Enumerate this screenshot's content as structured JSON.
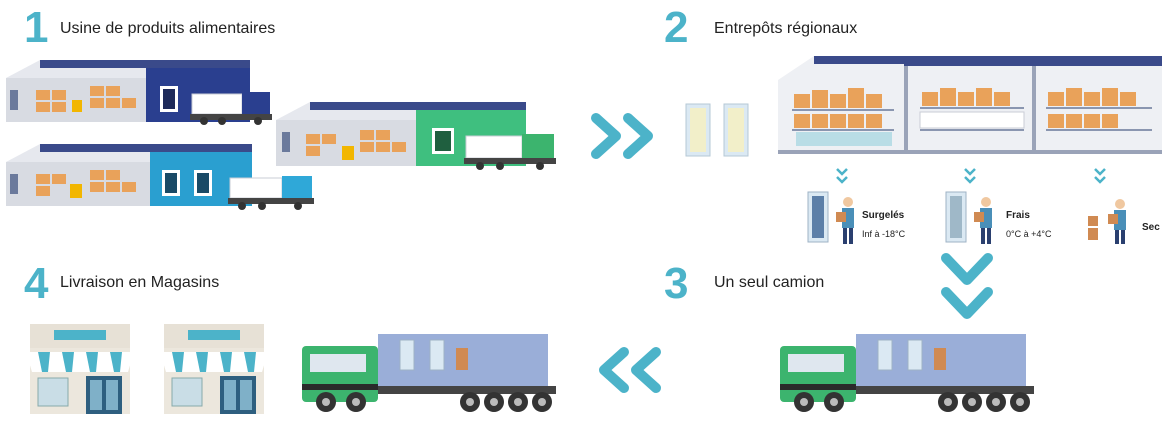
{
  "steps": [
    {
      "number": "1",
      "title": "Usine de produits alimentaires"
    },
    {
      "number": "2",
      "title": "Entrepôts régionaux"
    },
    {
      "number": "3",
      "title": "Un seul camion"
    },
    {
      "number": "4",
      "title": "Livraison en Magasins"
    }
  ],
  "zones": [
    {
      "name": "Surgelés",
      "temp": "Inf à -18°C"
    },
    {
      "name": "Frais",
      "temp": "0°C à +4°C"
    },
    {
      "name": "Sec",
      "temp": ""
    }
  ],
  "colors": {
    "accent": "#4cb3c9",
    "factory_blue_dark": "#2a3f8f",
    "factory_green": "#3fbf7f",
    "factory_cyan": "#2a9fd0",
    "truck_green": "#3cb46e",
    "container": "#9aaed8"
  }
}
